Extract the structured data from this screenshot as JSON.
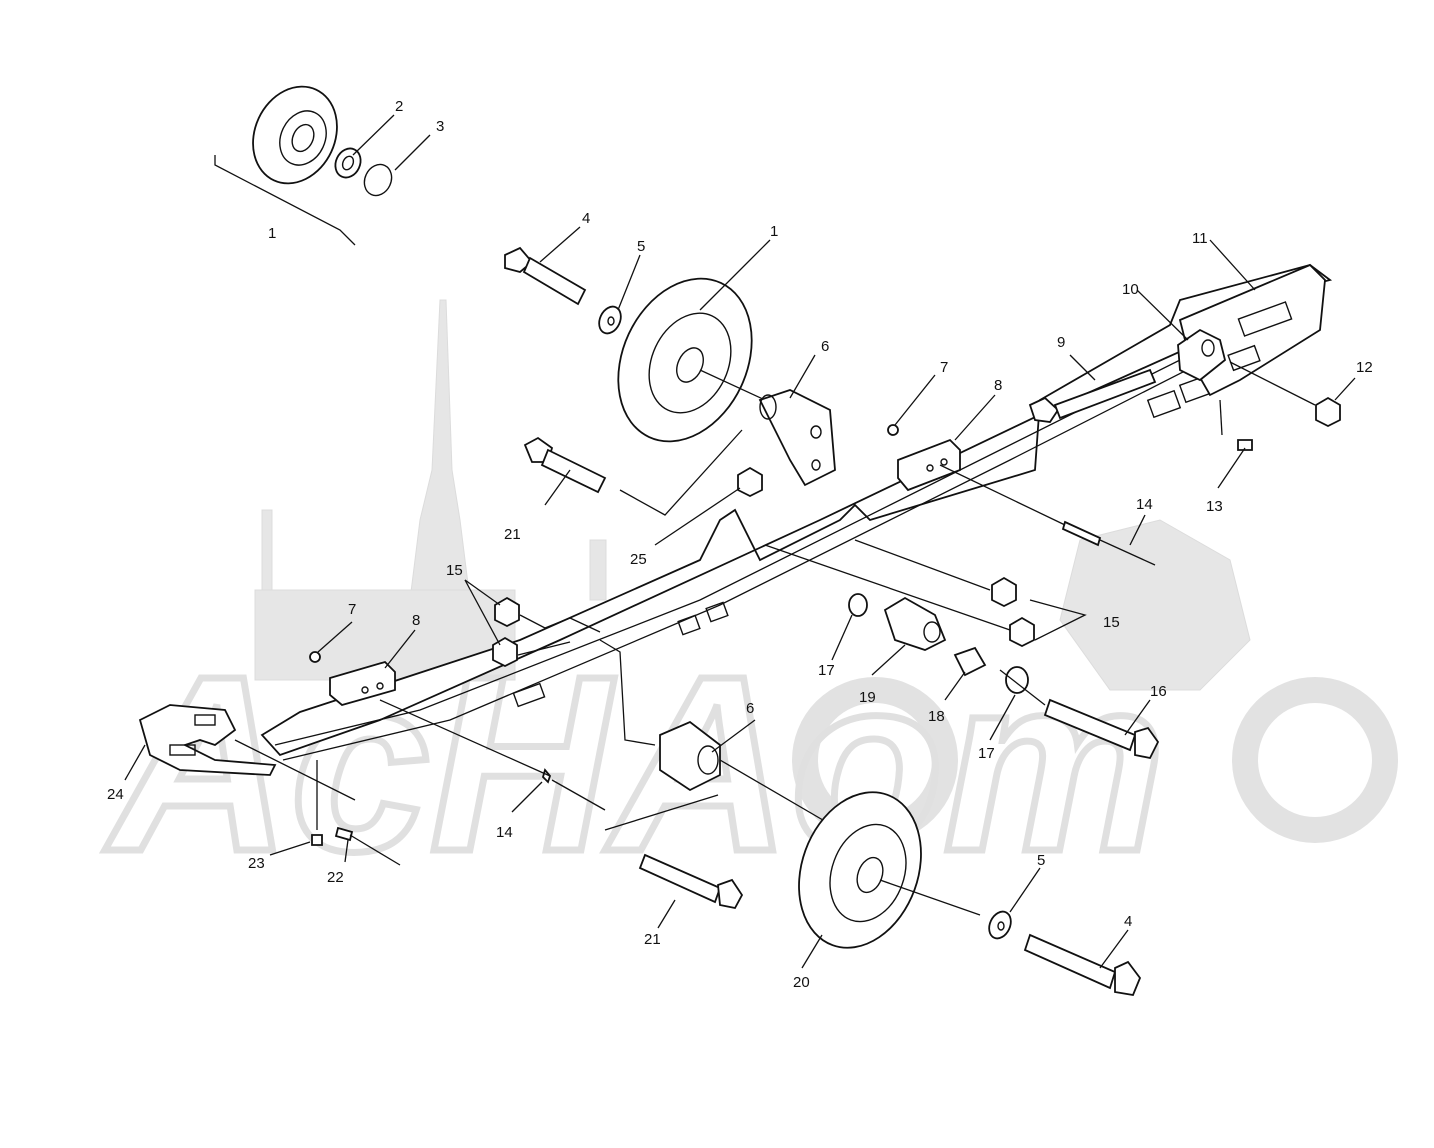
{
  "watermark": {
    "text": "AcHAom",
    "color": "#e4e4e4"
  },
  "labels": [
    "1",
    "2",
    "3",
    "4",
    "5",
    "1",
    "6",
    "7",
    "8",
    "9",
    "10",
    "11",
    "12",
    "13",
    "14",
    "21",
    "25",
    "15",
    "15",
    "17",
    "19",
    "18",
    "16",
    "17",
    "7",
    "8",
    "6",
    "24",
    "14",
    "23",
    "22",
    "21",
    "20",
    "5",
    "4"
  ],
  "colors": {
    "ink": "#111111",
    "background": "#ffffff"
  }
}
